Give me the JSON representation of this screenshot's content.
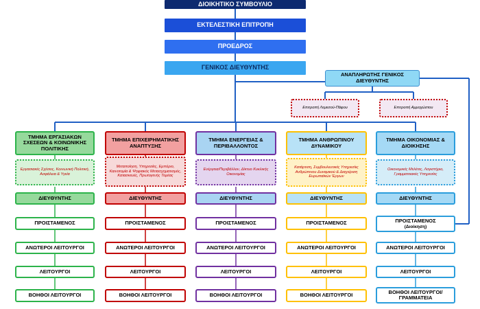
{
  "top": {
    "board": "ΔΙΟΙΚΗΤΙΚΟ ΣΥΜΒΟΥΛΙΟ",
    "exec": "ΕΚΤΕΛΕΣΤΙΚΗ ΕΠΙΤΡΟΠΗ",
    "president": "ΠΡΟΕΔΡΟΣ",
    "gm": "ΓΕΝΙΚΟΣ ΔΙΕΥΘΥΝΤΗΣ",
    "deputy": "ΑΝΑΠΛΗΡΩΤΗΣ ΓΕΝΙΚΟΣ ΔΙΕΥΘΥΝΤΗΣ"
  },
  "committees": {
    "c1": "Επιτροπή Λεμεσού-Πάφου",
    "c2": "Επιτροπή Αμμοχώστου"
  },
  "departments": [
    {
      "title": "ΤΜΗΜΑ ΕΡΓΑΣΙΑΚΩΝ ΣΧΕΣΕΩΝ & ΚΟΙΝΩΝΙΚΗΣ ΠΟΛΙΤΙΚΗΣ",
      "desc": "Εργασιακές Σχέσεις, Κοινωνική Πολιτική, Ασφάλεια & Υγεία",
      "levels": [
        "ΔΙΕΥΘΥΝΤΗΣ",
        "ΠΡΟΙΣΤΑΜΕΝΟΣ",
        "ΑΝΩΤΕΡΟΙ ΛΕΙΤΟΥΡΓΟΙ",
        "ΛΕΙΤΟΥΡΓΟΙ",
        "ΒΟΗΘΟΙ ΛΕΙΤΟΥΡΓΟΙ"
      ]
    },
    {
      "title": "ΤΜΗΜΑ ΕΠΙΧΕΙΡΗΜΑΤΙΚΗΣ ΑΝΑΠΤΥΞΗΣ",
      "desc": "Μεταποίηση, Υπηρεσίες, Εμπόριο, Καινοτομία & Ψηφιακός Μετασχηματισμός, Κατασκευές, Πρωτογενής Τομέας",
      "levels": [
        "ΔΙΕΥΘΥΝΤΗΣ",
        "ΠΡΟΙΣΤΑΜΕΝΟΣ",
        "ΑΝΩΤΕΡΟΙ ΛΕΙΤΟΥΡΓΟΙ",
        "ΛΕΙΤΟΥΡΓΟΙ",
        "ΒΟΗΘΟΙ ΛΕΙΤΟΥΡΓΟΙ"
      ]
    },
    {
      "title": "ΤΜΗΜΑ ΕΝΕΡΓΕΙΑΣ & ΠΕΡΙΒΑΛΛΟΝΤΟΣ",
      "desc": "Ενέργεια/Περιβάλλον, Δίκτυο Κυκλικής Οικονομίας",
      "levels": [
        "ΔΙΕΥΘΥΝΤΗΣ",
        "ΠΡΟΙΣΤΑΜΕΝΟΣ",
        "ΑΝΩΤΕΡΟΙ ΛΕΙΤΟΥΡΓΟΙ",
        "ΛΕΙΤΟΥΡΓΟΙ",
        "ΒΟΗΘΟΙ ΛΕΙΤΟΥΡΓΟΙ"
      ]
    },
    {
      "title": "ΤΜΗΜΑ ΑΝΘΡΩΠΙΝΟΥ ΔΥΝΑΜΙΚΟΥ",
      "desc": "Κατάρτιση, Συμβουλευτικές Υπηρεσίες Ανθρώπινου Δυναμικού & Διαχείριση Ευρωπαϊκών Έργων",
      "levels": [
        "ΔΙΕΥΘΥΝΤΗΣ",
        "ΠΡΟΙΣΤΑΜΕΝΟΣ",
        "ΑΝΩΤΕΡΟΙ ΛΕΙΤΟΥΡΓΟΙ",
        "ΛΕΙΤΟΥΡΓΟΙ",
        "ΒΟΗΘΟΙ ΛΕΙΤΟΥΡΓΟΙ"
      ]
    },
    {
      "title": "ΤΜΗΜΑ ΟΙΚΟΝΟΜΙΑΣ & ΔΙΟΙΚΗΣΗΣ",
      "desc": "Οικονομικές Μελέτες, Λογιστήριο, Γραμματειακές Υπηρεσίες",
      "levels": [
        "ΔΙΕΥΘΥΝΤΗΣ",
        "ΠΡΟΙΣΤΑΜΕΝΟΣ",
        "ΑΝΩΤΕΡΟΙ ΛΕΙΤΟΥΡΓΟΙ",
        "ΛΕΙΤΟΥΡΓΟΙ",
        "ΒΟΗΘΟΙ ΛΕΙΤΟΥΡΓΟΙ/ ΓΡΑΜΜΑΤΕΙΑ"
      ],
      "level2_sub": "(Διοίκηση)"
    }
  ],
  "colors": {
    "navy": "#0d2a70",
    "royal": "#1b4fd8",
    "blue": "#2f6ff0",
    "cyan": "#3aa6f0",
    "light_cyan": "#8fd8f5",
    "line": "#1f5fc4",
    "dept": [
      {
        "border": "#2cb34a",
        "fill": "#96d99c",
        "desc_bg": "#d9f2d9"
      },
      {
        "border": "#c00000",
        "fill": "#f2a0a0",
        "desc_bg": "#f7d9d9"
      },
      {
        "border": "#7030a0",
        "fill": "#a9d4f2",
        "desc_bg": "#e4d5ef"
      },
      {
        "border": "#ffc000",
        "fill": "#b8e2f7",
        "desc_bg": "#fff2c7"
      },
      {
        "border": "#2a9ddc",
        "fill": "#a5d9f5",
        "desc_bg": "#d5edf8"
      }
    ]
  }
}
